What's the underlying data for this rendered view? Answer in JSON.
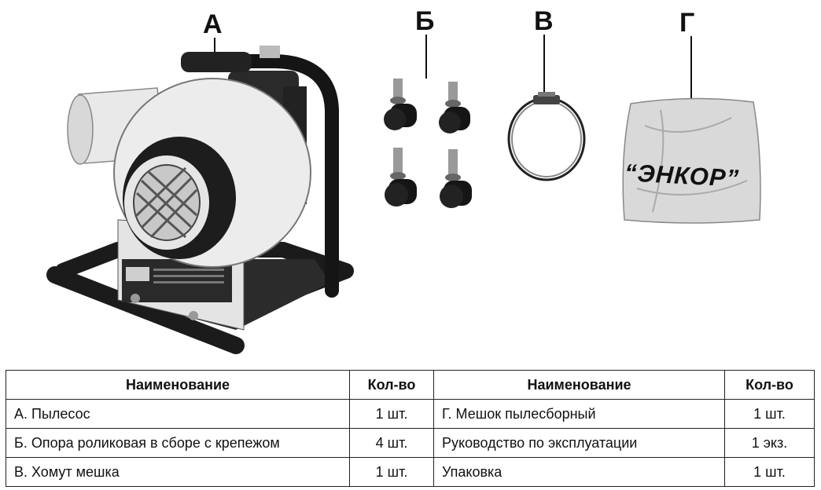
{
  "figure": {
    "labels": {
      "a": "А",
      "b": "Б",
      "v": "В",
      "g": "Г"
    },
    "bag_print": "“ЭНКОР”"
  },
  "table": {
    "headers": [
      "Наименование",
      "Кол-во",
      "Наименование",
      "Кол-во"
    ],
    "rows": [
      [
        "А. Пылесос",
        "1 шт.",
        "Г. Мешок пылесборный",
        "1 шт."
      ],
      [
        "Б. Опора роликовая в сборе с крепежом",
        "4 шт.",
        "Руководство по эксплуатации",
        "1 экз."
      ],
      [
        "В. Хомут мешка",
        "1 шт.",
        "Упаковка",
        "1 шт."
      ]
    ]
  }
}
